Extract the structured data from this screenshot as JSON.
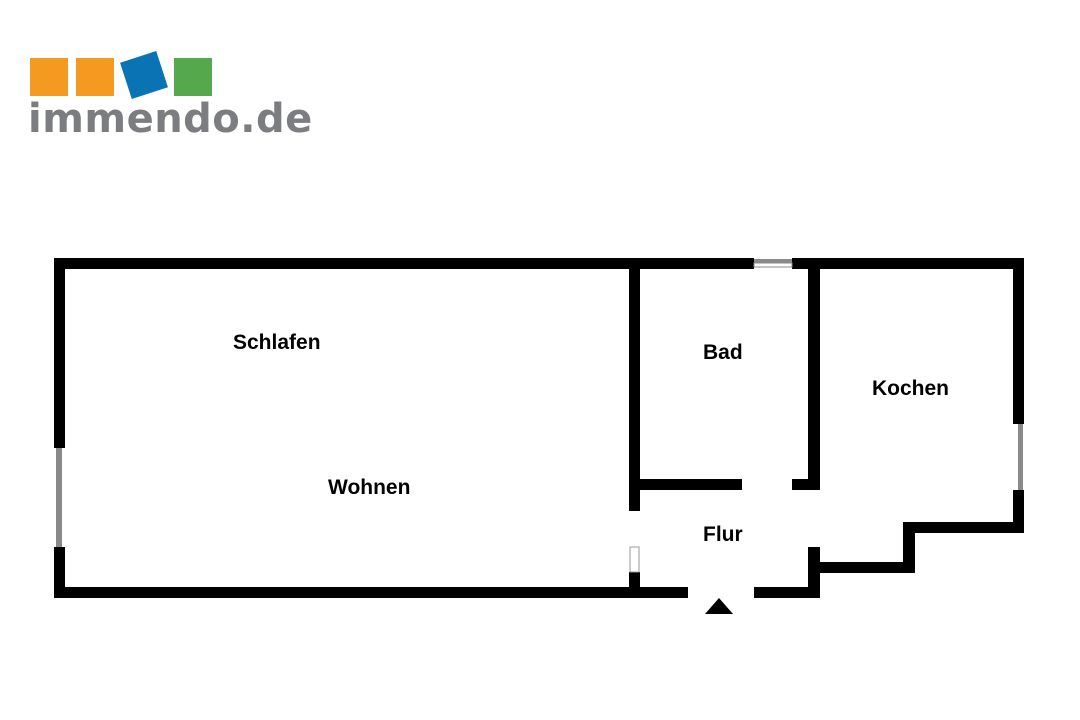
{
  "logo": {
    "text": "immendo.de",
    "colors": {
      "orange": "#f49a20",
      "blue": "#0a73b4",
      "green": "#55a84b",
      "text": "#7c7d80"
    }
  },
  "floorplan": {
    "rooms": {
      "schlafen": "Schlafen",
      "wohnen": "Wohnen",
      "bad": "Bad",
      "kochen": "Kochen",
      "flur": "Flur"
    },
    "colors": {
      "wall": "#000000",
      "window": "#8a8a8a"
    },
    "entrance_icon": "triangle-up-icon"
  }
}
